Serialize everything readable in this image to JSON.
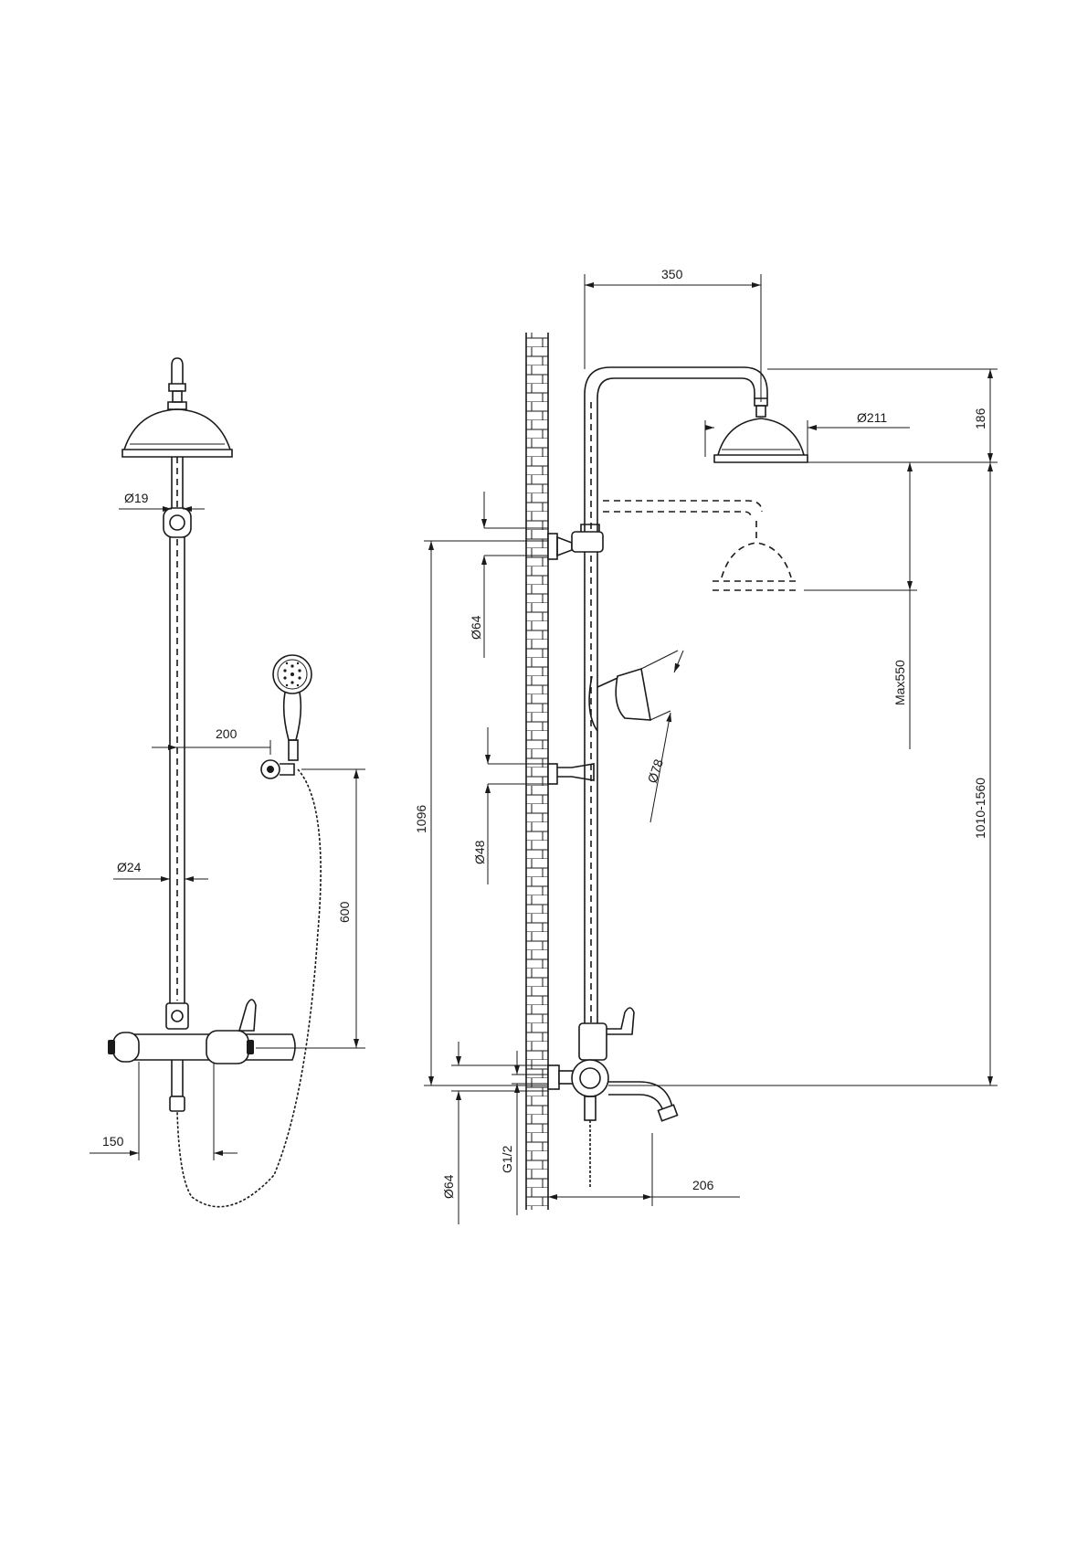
{
  "dimensions": {
    "front_head_pipe_dia": "Ø19",
    "front_handshower_offset": "200",
    "front_riser_dia": "Ø24",
    "front_holder_height": "600",
    "front_inlet_spacing": "150",
    "side_head_projection": "350",
    "side_head_dia": "Ø211",
    "side_head_height": "186",
    "side_upper_bracket_dia": "Ø64",
    "side_bracket_spacing": "1096",
    "side_handshower_dia": "Ø78",
    "side_slide_travel": "Max550",
    "side_lower_bracket_dia": "Ø48",
    "side_total_height": "1010-1560",
    "side_escutcheon_dia": "Ø64",
    "side_inlet_thread": "G1/2",
    "side_spout_projection": "206"
  }
}
